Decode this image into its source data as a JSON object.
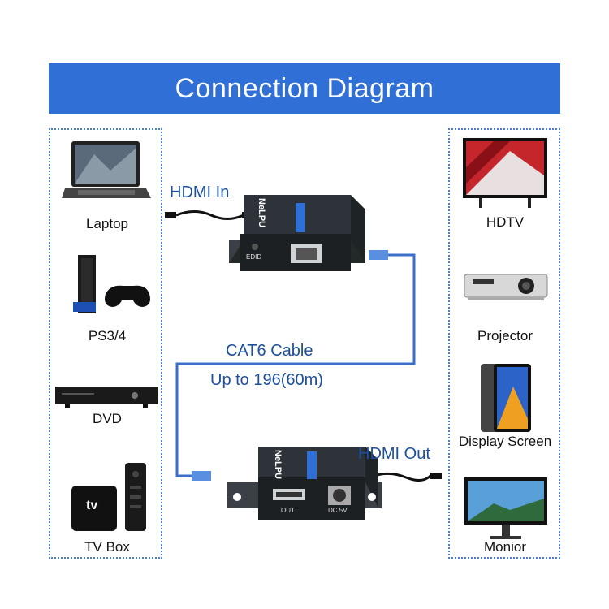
{
  "title": "Connection Diagram",
  "sources": [
    "Laptop",
    "PS3/4",
    "DVD",
    "TV Box"
  ],
  "displays": [
    "HDTV",
    "Projector",
    "Display Screen",
    "Monior"
  ],
  "cables": {
    "hdmi_in": "HDMI In",
    "hdmi_out": "HDMI Out",
    "cat6": "CAT6 Cable",
    "distance": "Up to 196(60m)"
  },
  "transmitter": {
    "brand": "NeLPU",
    "port_label": "EDID"
  },
  "receiver": {
    "brand": "NeLPU",
    "out_label": "OUT",
    "dc_label": "DC 5V"
  },
  "tv_box_logo": "tv",
  "colors": {
    "banner": "#2f6fd6",
    "cable": "#3b6fc9",
    "device": "#2d3338"
  }
}
